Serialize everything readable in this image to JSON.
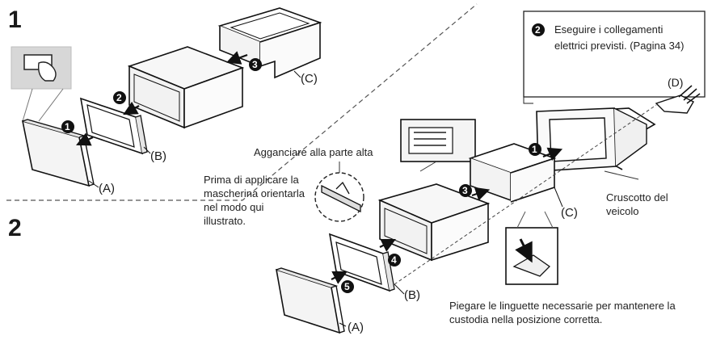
{
  "steps": {
    "step1": "1",
    "step2": "2"
  },
  "markers": {
    "m1": "1",
    "m2": "2",
    "m3": "3",
    "m4": "4",
    "m5": "5"
  },
  "parts": {
    "a": "(A)",
    "b": "(B)",
    "c": "(C)",
    "d": "(D)"
  },
  "text": {
    "callout_connections": "Eseguire i collegamenti",
    "callout_connections_2": "elettrici previsti. (Pagina 34)",
    "hook_top": "Agganciare alla parte alta",
    "orient_note": "Prima di applicare la\nmascherina orientarla\nnel modo qui\nillustrato.",
    "dashboard": "Cruscotto del\nveicolo",
    "bend_tabs": "Piegare le linguette necessarie per mantenere la\ncustodia nella posizione corretta."
  }
}
